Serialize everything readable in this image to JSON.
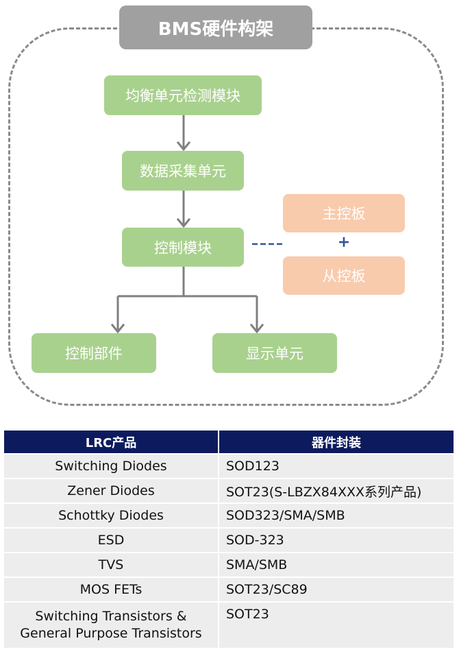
{
  "diagram": {
    "title": "BMS硬件构架",
    "nodes": {
      "balance_detect": "均衡单元检测模块",
      "data_acq": "数据采集单元",
      "control_module": "控制模块",
      "master_board": "主控板",
      "slave_board": "从控板",
      "control_parts": "控制部件",
      "display_unit": "显示单元"
    },
    "plus_sign": "+",
    "colors": {
      "node_fill": "#a9d18e",
      "board_fill": "#f8cbad",
      "title_fill": "#a0a0a0",
      "frame_stroke": "#8a8a8a",
      "arrow_stroke": "#7f7f7f",
      "dash_link": "#2f5496"
    }
  },
  "table": {
    "headers": [
      "LRC产品",
      "器件封装"
    ],
    "rows": [
      {
        "product": "Switching Diodes",
        "package": "SOD123"
      },
      {
        "product": "Zener Diodes",
        "package": "SOT23(S-LBZX84XXX系列产品)"
      },
      {
        "product": "Schottky Diodes",
        "package": "SOD323/SMA/SMB"
      },
      {
        "product": "ESD",
        "package": "SOD-323"
      },
      {
        "product": "TVS",
        "package": "SMA/SMB"
      },
      {
        "product": "MOS FETs",
        "package": "SOT23/SC89"
      }
    ],
    "last_row": {
      "product_line1": "Switching Transistors &",
      "product_line2": "General Purpose Transistors",
      "package": "SOT23"
    },
    "colors": {
      "header_fill": "#0d1b5e",
      "row_fill": "#ededed"
    }
  }
}
